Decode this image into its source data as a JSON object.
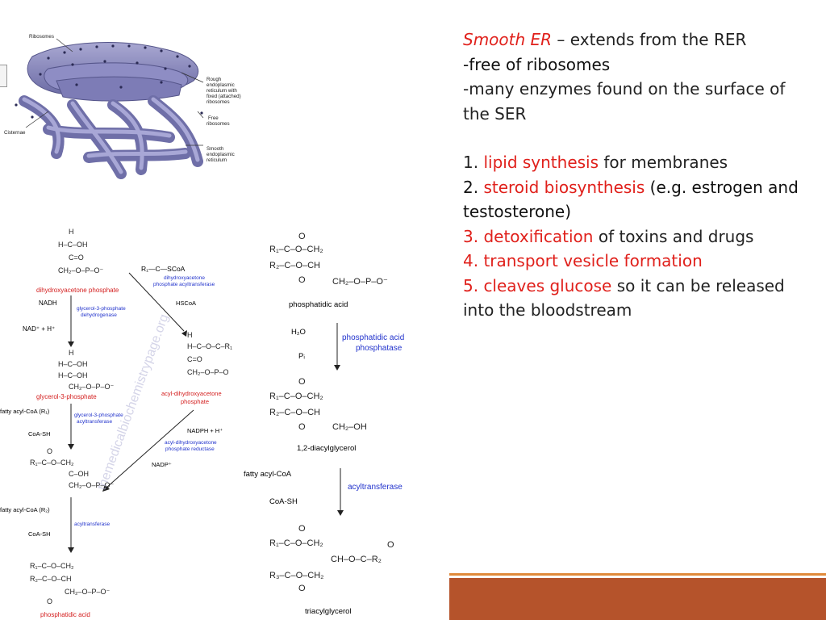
{
  "er_diagram": {
    "labels": {
      "ribosomes": "Ribosomes",
      "rough_1": "Rough",
      "rough_2": "endoplasmic",
      "rough_3": "reticulum with",
      "rough_4": "fixed (attached)",
      "rough_5": "ribosomes",
      "free_1": "Free",
      "free_2": "ribosomes",
      "smooth_1": "Smooth",
      "smooth_2": "endoplasmic",
      "smooth_3": "reticulum",
      "cisternae": "Cisternae"
    }
  },
  "text": {
    "line1_term": "Smooth ER",
    "line1_rest": " – extends from the RER",
    "line2": "-free of ribosomes",
    "line3": "-many enzymes found on the surface of the SER",
    "item1_num": "1. ",
    "item1_key": "lipid synthesis",
    "item1_rest": " for membranes",
    "item2_num": "2. ",
    "item2_key": "steroid biosynthesis",
    "item2_rest": " (e.g. estrogen and testosterone)",
    "item3_num": "3. ",
    "item3_key": "detoxification",
    "item3_rest": " of toxins and drugs",
    "item4": "4. transport vesicle formation",
    "item5_key": "5. cleaves glucose",
    "item5_rest": " so it can be released into the bloodstream"
  },
  "pathway_left": {
    "dhap": "dihydroxyacetone phosphate",
    "nadh": "NADH",
    "nad": "NAD⁺ + H⁺",
    "g3pdh_1": "glycerol-3-phosphate",
    "g3pdh_2": "dehydrogenase",
    "g3p": "glycerol-3-phosphate",
    "fa1": "fatty acyl-CoA (R₁)",
    "coa1": "CoA-SH",
    "g3pat_1": "glycerol-3-phosphate",
    "g3pat_2": "acyltransferase",
    "fa2": "fatty acyl-CoA (R₂)",
    "coa2": "CoA-SH",
    "at": "acyltransferase",
    "pa": "phosphatidic acid",
    "rscoa": "R₁—C—SCoA",
    "dhapat_1": "dihydroxyacetone",
    "dhapat_2": "phosphate acyltransferase",
    "hscoa": "HSCoA",
    "adhap_1": "acyl-dihydroxyacetone",
    "adhap_2": "phosphate",
    "nadph": "NADPH + H⁺",
    "nadp": "NADP⁺",
    "red_1": "acyl-dihydroxyacetone",
    "red_2": "phosphate reductase",
    "watermark": "themedicalbiochemistrypage.org"
  },
  "pathway_right": {
    "pa": "phosphatidic acid",
    "h2o": "H₂O",
    "pi": "Pᵢ",
    "pap_1": "phosphatidic acid",
    "pap_2": "phosphatase",
    "dag": "1,2-diacylglycerol",
    "facoa": "fatty acyl-CoA",
    "coash": "CoA-SH",
    "at": "acyltransferase",
    "tag": "triacylglycerol"
  }
}
